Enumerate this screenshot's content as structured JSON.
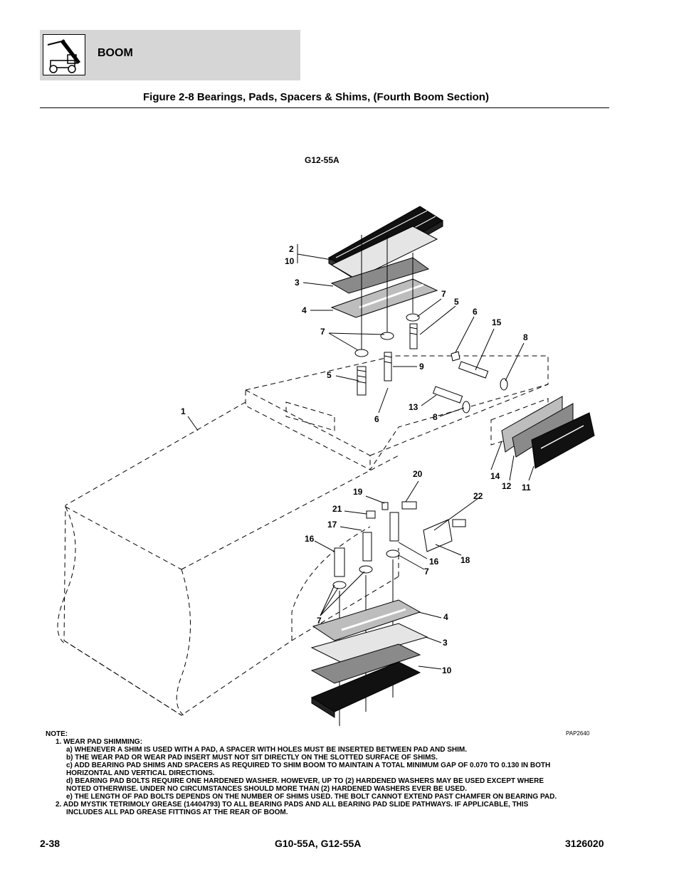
{
  "header": {
    "section_title": "BOOM"
  },
  "figure_title": "Figure 2-8 Bearings, Pads, Spacers & Shims, (Fourth Boom Section)",
  "model_label": "G12-55A",
  "drawing_code": "PAP2640",
  "callouts": {
    "c2": "2",
    "c10_top": "10",
    "c3_top": "3",
    "c4_top": "4",
    "c7_a": "7",
    "c5_a": "5",
    "c6_a": "6",
    "c15": "15",
    "c8_a": "8",
    "c7_b": "7",
    "c5_b": "5",
    "c9": "9",
    "c1": "1",
    "c13": "13",
    "c6_b": "6",
    "c8_b": "8",
    "c14": "14",
    "c12": "12",
    "c11": "11",
    "c20": "20",
    "c19": "19",
    "c22": "22",
    "c21": "21",
    "c17": "17",
    "c16_a": "16",
    "c16_b": "16",
    "c18": "18",
    "c7_c": "7",
    "c7_d": "7",
    "c4_bot": "4",
    "c3_bot": "3",
    "c10_bot": "10"
  },
  "notes": {
    "heading": "NOTE:",
    "item1": "1. WEAR PAD SHIMMING:",
    "a": "a) WHENEVER A SHIM IS USED WITH A PAD, A SPACER WITH HOLES MUST BE INSERTED BETWEEN PAD AND SHIM.",
    "b": "b) THE WEAR PAD OR WEAR PAD INSERT MUST NOT SIT DIRECTLY ON THE SLOTTED SURFACE OF SHIMS.",
    "c_line1": "c) ADD BEARING PAD SHIMS AND SPACERS AS REQUIRED TO SHIM BOOM TO MAINTAIN A TOTAL MINIMUM GAP OF 0.070 TO 0.130 IN BOTH",
    "c_line2": "HORIZONTAL AND VERTICAL DIRECTIONS.",
    "d_line1": "d) BEARING PAD BOLTS REQUIRE ONE HARDENED WASHER. HOWEVER, UP TO (2) HARDENED WASHERS MAY BE USED EXCEPT WHERE",
    "d_line2": "NOTED OTHERWISE. UNDER NO CIRCUMSTANCES SHOULD MORE THAN (2) HARDENED WASHERS EVER BE USED.",
    "e": "e) THE LENGTH OF PAD BOLTS DEPENDS ON THE NUMBER OF SHIMS USED. THE BOLT CANNOT EXTEND PAST CHAMFER ON BEARING PAD.",
    "item2_line1": "2. ADD MYSTIK TETRIMOLY GREASE (14404793) TO ALL BEARING PADS AND ALL BEARING PAD SLIDE PATHWAYS. IF APPLICABLE, THIS",
    "item2_line2": "INCLUDES ALL PAD GREASE FITTINGS AT THE REAR OF BOOM."
  },
  "footer": {
    "page_number": "2-38",
    "models": "G10-55A, G12-55A",
    "doc_number": "3126020"
  },
  "colors": {
    "header_band": "#d6d6d6",
    "pad_dark": "#111111",
    "shim_gray": "#8a8a8a",
    "spacer_light": "#bdbdbd"
  }
}
